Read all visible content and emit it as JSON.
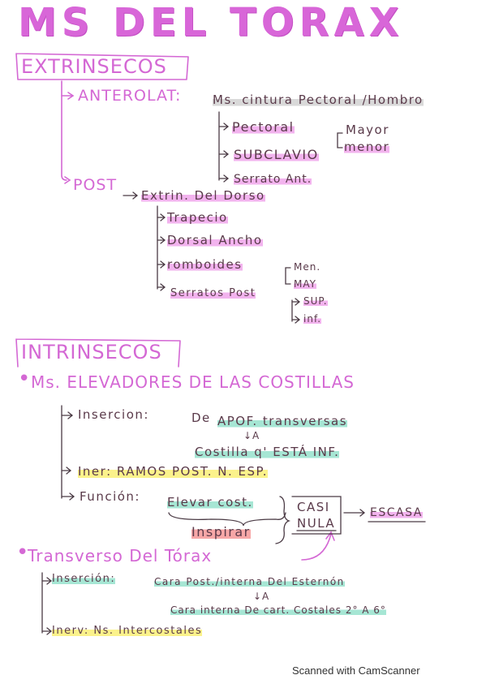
{
  "title": "MS DEL TORAX",
  "extrinsecos": {
    "heading": "EXTRINSECOS",
    "anterolat": {
      "label": "ANTEROLAT:",
      "desc": "Ms. cintura Pectoral /Hombro",
      "pectoral": "Pectoral",
      "mayor": "Mayor",
      "menor": "menor",
      "subclavio": "SUBCLAVIO",
      "serrato": "Serrato Ant."
    },
    "post": {
      "label": "POST",
      "desc": "Extrin. Del Dorso",
      "trapecio": "Trapecio",
      "dorsal": "Dorsal Ancho",
      "romboides": "romboides",
      "men": "Men.",
      "may": "MAY",
      "serratos": "Serratos Post",
      "sup": "SUP.",
      "inf": "inf."
    }
  },
  "intrinsecos": {
    "heading": "INTRINSECOS",
    "elevadores": {
      "title": "Ms. ELEVADORES DE LAS COSTILLAS",
      "insercion_label": "Insercion:",
      "insercion_de": "De",
      "insercion_value": "APOF. transversas",
      "arrow_a": "↓A",
      "costilla": "Costilla q' ESTÁ INF.",
      "inerv": "Iner: RAMOS POST. N. ESP.",
      "funcion_label": "Función:",
      "funcion_value": "Elevar cost.",
      "inspirar": "Inspirar",
      "casi": "CASI",
      "nula": "NULA",
      "escasa": "ESCASA"
    },
    "transverso": {
      "title": "Transverso Del Tórax",
      "insercion_label": "Inserción:",
      "insercion_value": "Cara Post./interna Del Esternón",
      "arrow_a": "↓A",
      "cara_interna": "Cara interna De cart. Costales 2° A 6°",
      "inerv": "Inerv: Ns. Intercostales"
    }
  },
  "footer": "Scanned with CamScanner",
  "colors": {
    "title": "#d866d8",
    "pink_highlight": "#f2b3ee",
    "grey_highlight": "#d9d9d9",
    "teal_highlight": "#a6e6d4",
    "yellow_highlight": "#fbf28b",
    "red_highlight": "#f7a7a7"
  }
}
